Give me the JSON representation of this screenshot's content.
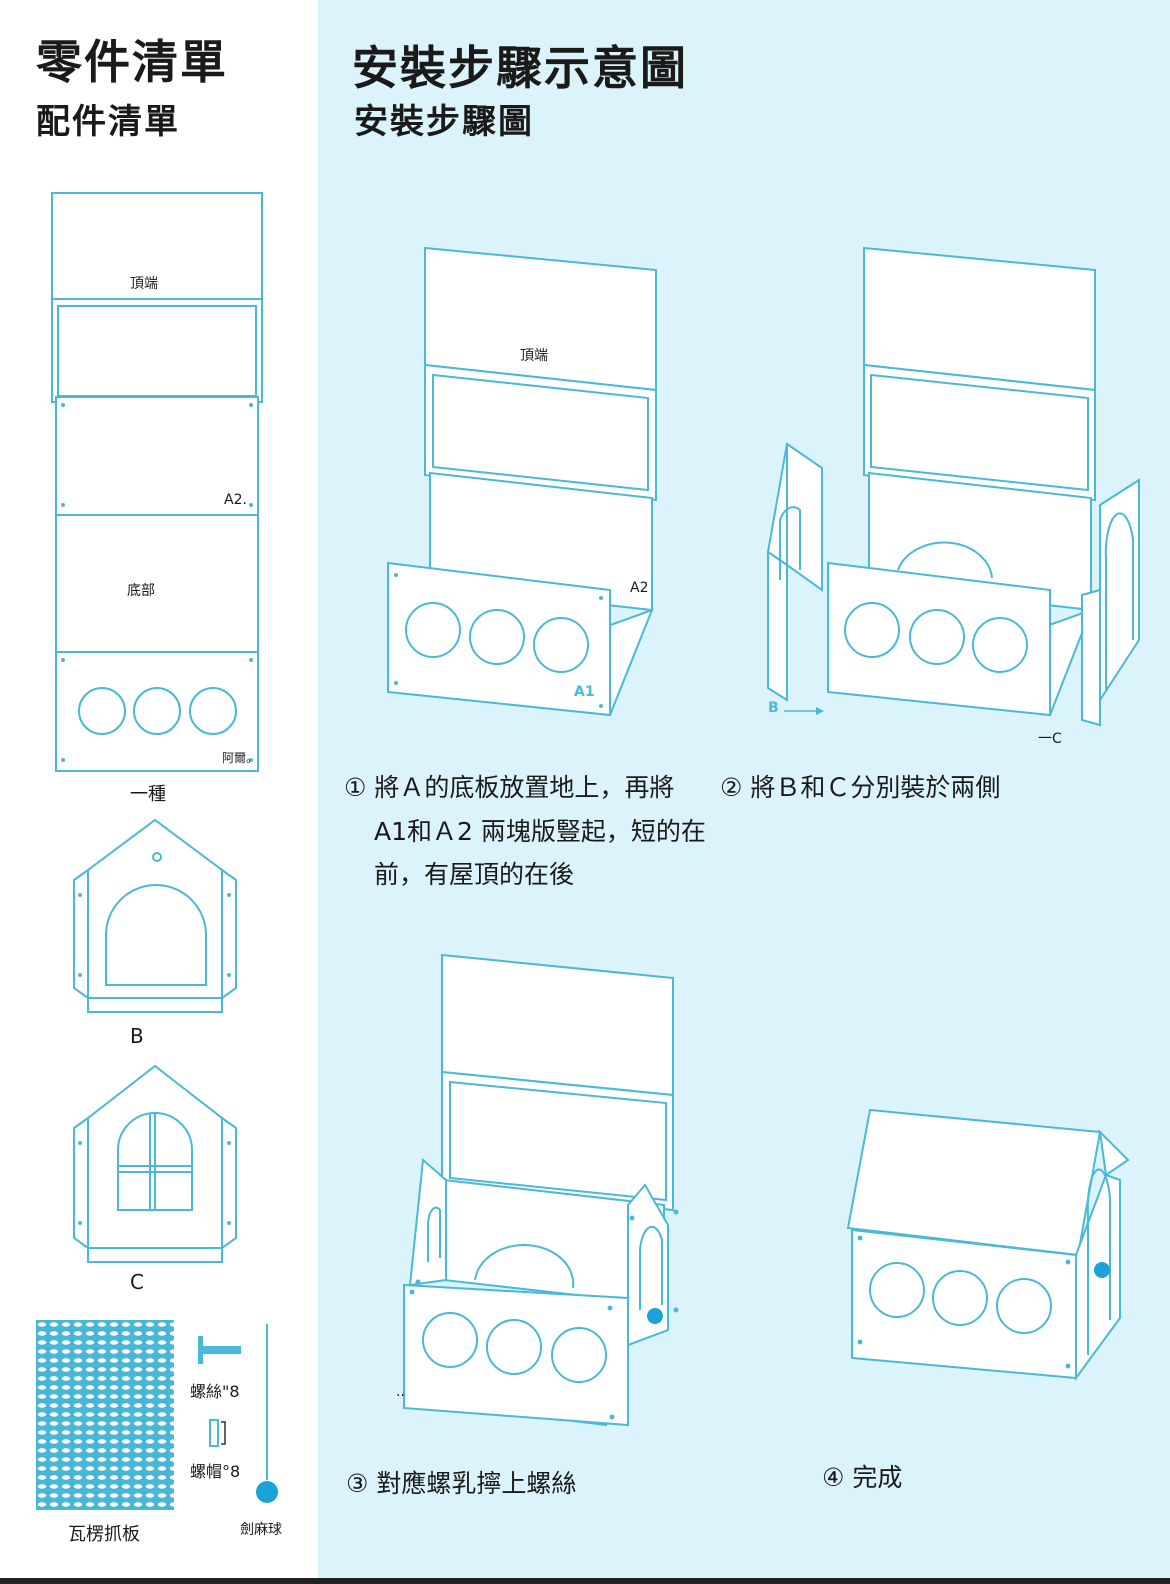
{
  "left": {
    "title": "零件清單",
    "subtitle": "配件清單",
    "parts": {
      "a_top_label": "頂端",
      "a_a2_label": "A2.",
      "a_bottom_label": "底部",
      "a_a1_label": "阿爾。",
      "a_caption": "一種",
      "b_caption": "B",
      "c_caption": "C",
      "mat_caption": "瓦楞抓板",
      "screw_caption": "螺絲\"8",
      "cap_caption": "螺帽°8",
      "ball_caption": "劍麻球"
    }
  },
  "right": {
    "title": "安裝步驟示意圖",
    "subtitle": "安裝步驟圖",
    "fig1": {
      "top_label": "頂端",
      "a2_label": "A2",
      "a1_label": "A1"
    },
    "fig2": {
      "b_label": "B",
      "c_label": "一C"
    },
    "fig3": {
      "mark": ".."
    },
    "step1": {
      "line1": "① 將Ａ的底板放置地上，再將",
      "line2": "A1和Ａ2 兩塊版豎起，短的在",
      "line3": "前，有屋頂的在後"
    },
    "step2": {
      "line1": "② 將Ｂ和Ｃ分別裝於兩側"
    },
    "step3": {
      "line1": "③ 對應螺乳擰上螺絲"
    },
    "step4": {
      "line1": "④ 完成"
    }
  },
  "colors": {
    "line": "#4ab8d6",
    "accent": "#1aa3d9",
    "panel_bg": "#dbf3fa"
  }
}
